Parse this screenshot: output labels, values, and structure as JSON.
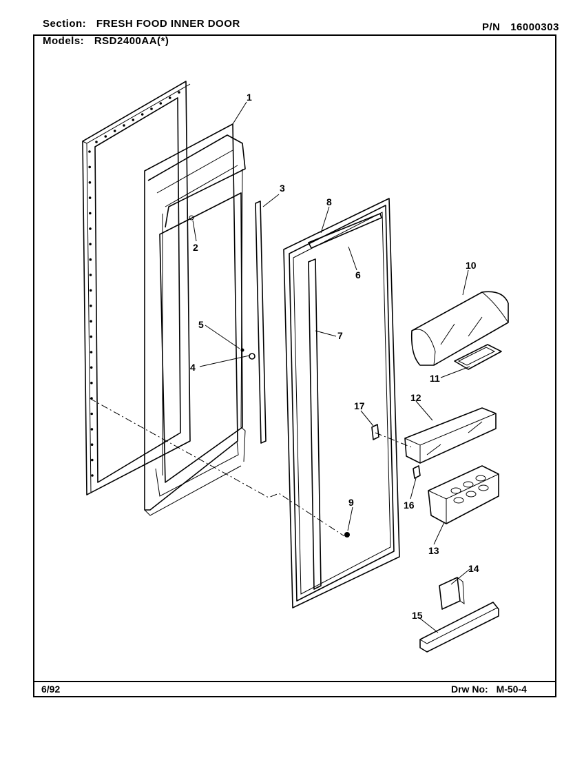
{
  "header": {
    "section_label": "Section:",
    "section_value": "FRESH FOOD INNER DOOR",
    "pn_label": "P/N",
    "pn_value": "16000303",
    "models_label": "Models:",
    "models_value": "RSD2400AA(*)"
  },
  "footer": {
    "date": "6/92",
    "drw_label": "Drw No:",
    "drw_value": "M-50-4"
  },
  "callouts": [
    "1",
    "2",
    "3",
    "4",
    "5",
    "6",
    "7",
    "8",
    "9",
    "10",
    "11",
    "12",
    "13",
    "14",
    "15",
    "16",
    "17"
  ]
}
